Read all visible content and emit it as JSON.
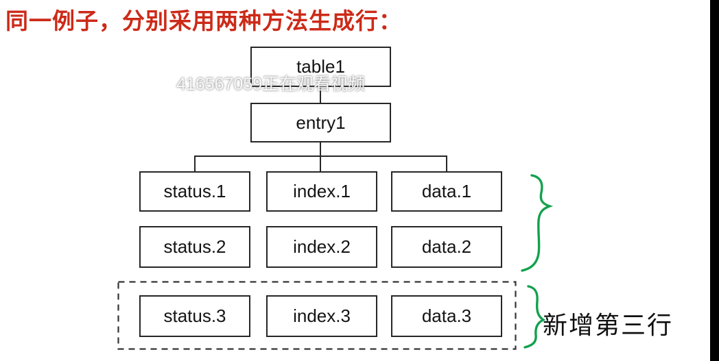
{
  "slide": {
    "title": "同一例子，分别采用两种方法生成行：",
    "watermark": "416567059正在观看视频",
    "annotation": "新增第三行"
  },
  "tree": {
    "root": "table1",
    "entry": "entry1",
    "rows": [
      {
        "cells": [
          "status.1",
          "index.1",
          "data.1"
        ]
      },
      {
        "cells": [
          "status.2",
          "index.2",
          "data.2"
        ]
      },
      {
        "cells": [
          "status.3",
          "index.3",
          "data.3"
        ]
      }
    ]
  },
  "colors": {
    "title_red": "#cc2a18",
    "brace_green": "#13a14d",
    "line_black": "#262626"
  }
}
